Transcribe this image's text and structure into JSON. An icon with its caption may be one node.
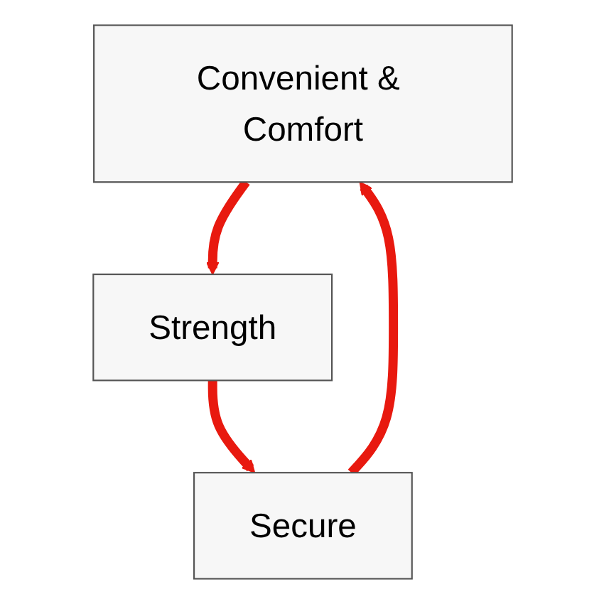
{
  "diagram": {
    "nodes": [
      {
        "text": [
          "Convenient & Comfort"
        ]
      },
      {
        "text": [
          "Strength"
        ]
      },
      {
        "text": [
          "Secure"
        ]
      }
    ],
    "edges": [
      {
        "from": 0,
        "to": 1,
        "arrow": "to"
      },
      {
        "from": 1,
        "to": 2,
        "arrow": "to"
      },
      {
        "from": 2,
        "to": 0,
        "arrow": "to"
      }
    ]
  }
}
